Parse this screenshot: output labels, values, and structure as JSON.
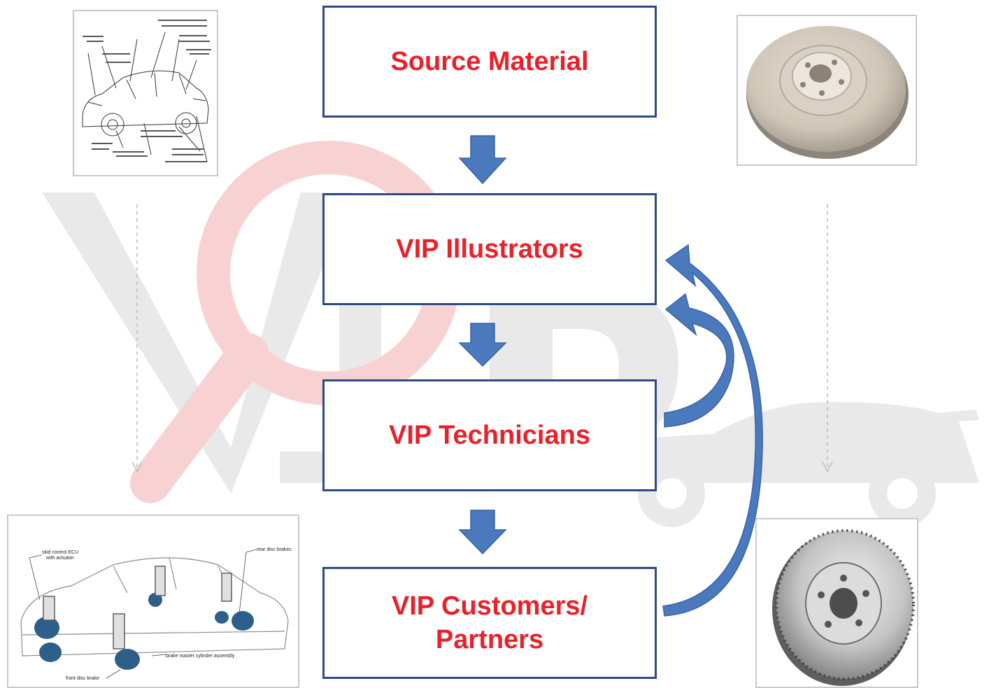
{
  "colors": {
    "box_border": "#2d4a86",
    "box_text": "#e8212b",
    "arrow_fill": "#4a79be",
    "watermark_gray": "#e7e7e7",
    "watermark_red": "#f6c9c9"
  },
  "flow": {
    "steps": [
      {
        "label": "Source Material"
      },
      {
        "label": "VIP Illustrators"
      },
      {
        "label": "VIP Technicians"
      },
      {
        "label": "VIP Customers/\nPartners"
      }
    ]
  },
  "images": {
    "top_left": {
      "icon": "car-line-drawing-icon"
    },
    "top_right": {
      "icon": "brake-disc-photo-icon"
    },
    "bottom_left": {
      "icon": "car-illustration-icon",
      "callouts": [
        "skid control ECU",
        "with actuator",
        "rear disc brakes",
        "brake master cylinder assembly",
        "front disc brake"
      ]
    },
    "bottom_right": {
      "icon": "brake-disc-illustration-icon"
    }
  }
}
